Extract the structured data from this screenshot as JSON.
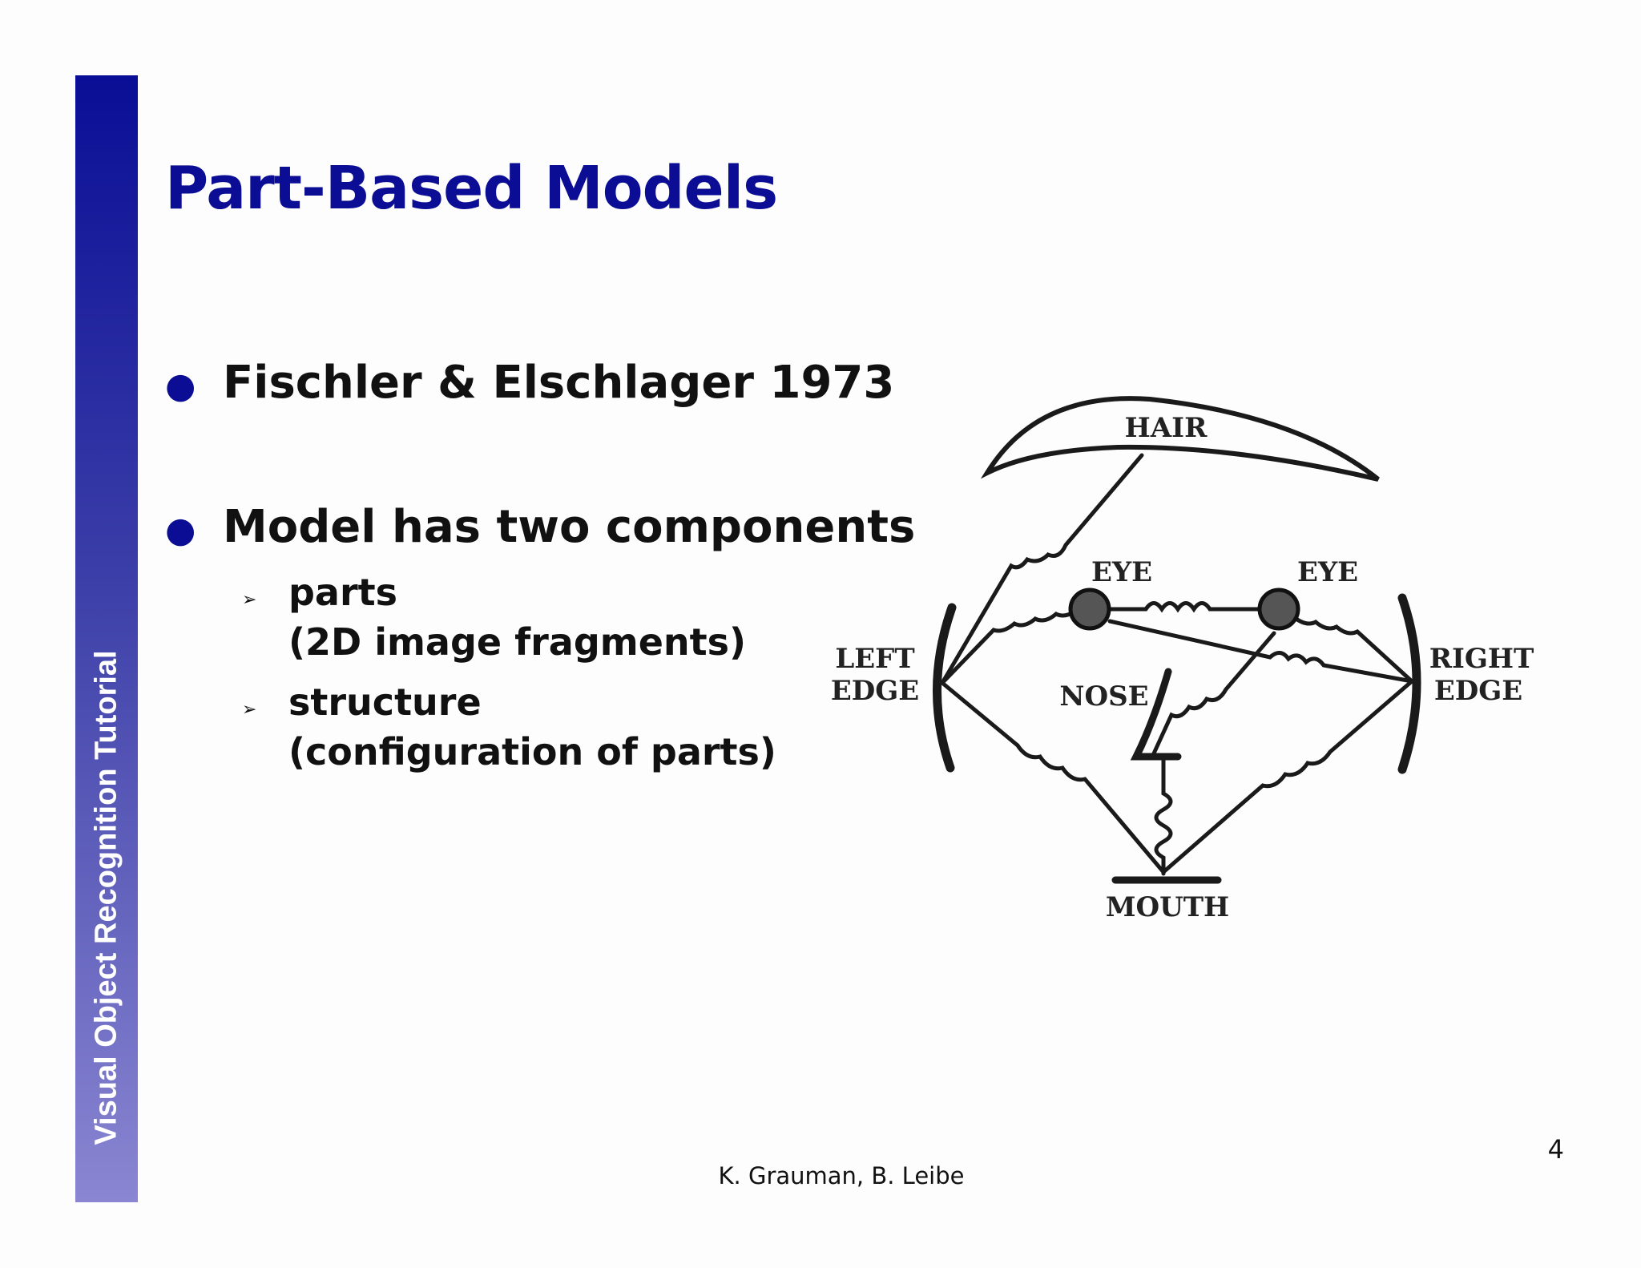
{
  "sidebar": {
    "label": "Visual Object Recognition Tutorial"
  },
  "slide": {
    "title": "Part-Based Models",
    "bullets": [
      {
        "text": "Fischler & Elschlager 1973"
      },
      {
        "text": "Model has two components"
      }
    ],
    "subbullets": [
      {
        "line1": "parts",
        "line2": "(2D image fragments)"
      },
      {
        "line1": "structure",
        "line2": "(configuration of parts)"
      }
    ]
  },
  "diagram": {
    "labels": {
      "hair": "HAIR",
      "eye_left": "EYE",
      "eye_right": "EYE",
      "left_edge_1": "LEFT",
      "left_edge_2": "EDGE",
      "right_edge_1": "RIGHT",
      "right_edge_2": "EDGE",
      "nose": "NOSE",
      "mouth": "MOUTH"
    }
  },
  "footer": {
    "authors": "K. Grauman, B. Leibe",
    "page": "4"
  },
  "colors": {
    "title": "#0b0d94",
    "sidebar_top": "#0a0e96",
    "sidebar_bottom": "#8a86d2"
  }
}
